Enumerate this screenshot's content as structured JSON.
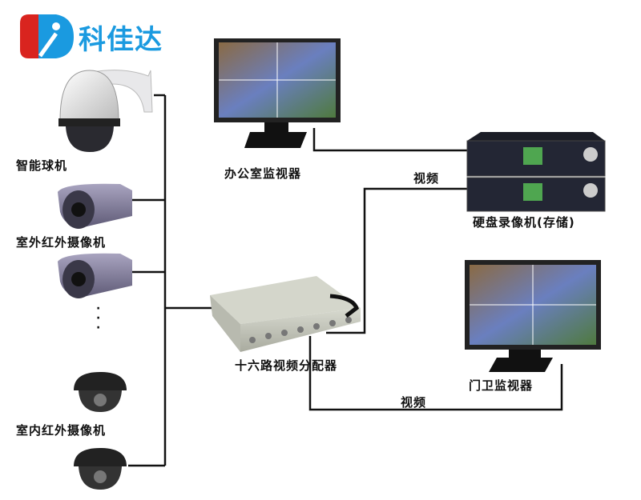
{
  "brand": {
    "name": "科佳达",
    "colors": {
      "blue": "#1a9ae0",
      "red": "#d9241f"
    }
  },
  "cameras": [
    {
      "label": "智能球机",
      "type": "ptz-dome"
    },
    {
      "label": "室外红外摄像机",
      "type": "bullet"
    },
    {
      "label": "室内红外摄像机",
      "type": "dome"
    }
  ],
  "devices": {
    "office_monitor": "办公室监视器",
    "dvr": "硬盘录像机(存储)",
    "splitter": "十六路视频分配器",
    "gate_monitor": "门卫监视器"
  },
  "links": {
    "dvr_link": "视频",
    "gate_link": "视频"
  },
  "ellipsis": "·\n·\n·"
}
